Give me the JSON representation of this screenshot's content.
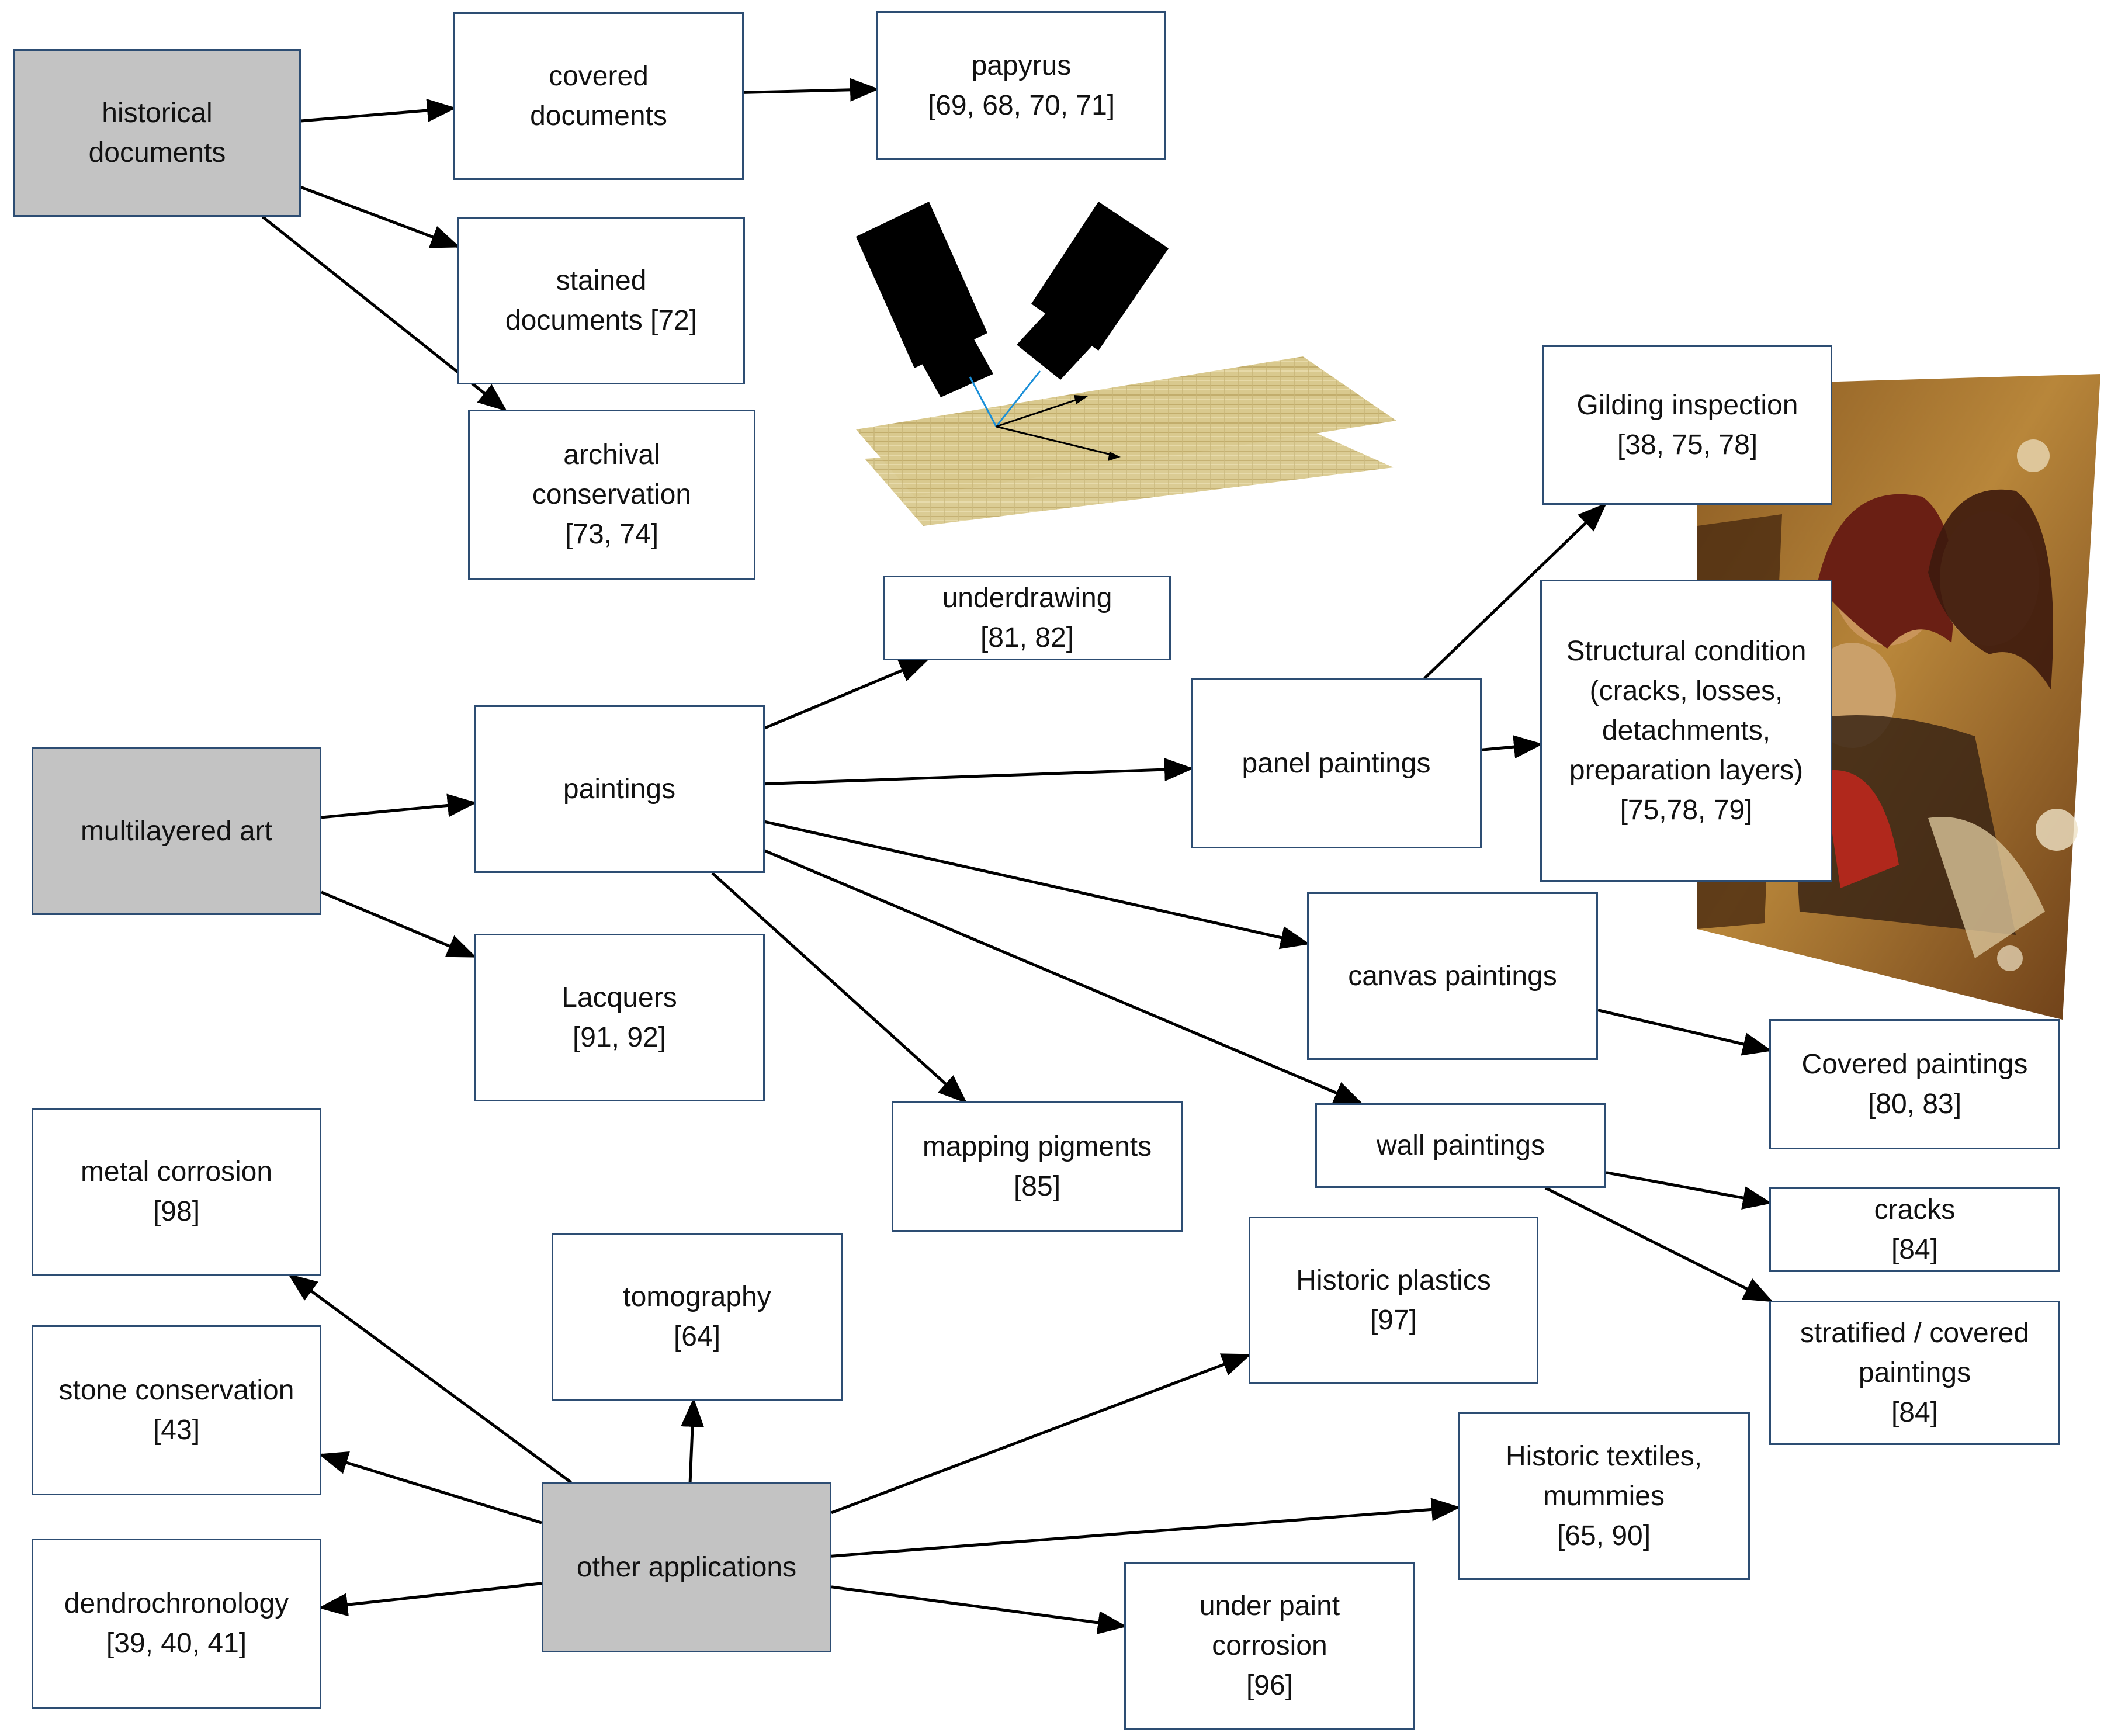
{
  "colors": {
    "root_fill": "#c3c3c3",
    "box_border": "#2d4d73",
    "arrow": "#000000",
    "beam": "#1a8fd8",
    "papyrus": "#d9c98e"
  },
  "images": {
    "papyrus_scan_illustration": "papyrus-with-two-cameras",
    "panel_painting_photo": "icon-painting-photo"
  },
  "nodes": {
    "historical_documents": [
      "historical",
      "documents"
    ],
    "covered_documents": [
      "covered",
      "documents"
    ],
    "papyrus": [
      "papyrus",
      "[69, 68, 70, 71]"
    ],
    "stained_documents": [
      "stained",
      "documents  [72]"
    ],
    "archival_conservation": [
      "archival",
      "conservation",
      "[73, 74]"
    ],
    "multilayered_art": [
      "multilayered art"
    ],
    "paintings": [
      "paintings"
    ],
    "lacquers": [
      "Lacquers",
      "[91, 92]"
    ],
    "underdrawing": [
      "underdrawing",
      "[81, 82]"
    ],
    "panel_paintings": [
      "panel paintings"
    ],
    "gilding_inspection": [
      "Gilding inspection",
      "[38, 75, 78]"
    ],
    "structural_condition": [
      "Structural  condition",
      "(cracks, losses,",
      "detachments,",
      "preparation  layers)",
      "[75,78, 79]"
    ],
    "canvas_paintings": [
      "canvas paintings"
    ],
    "covered_paintings": [
      "Covered paintings",
      "[80, 83]"
    ],
    "wall_paintings": [
      "wall paintings"
    ],
    "cracks": [
      "cracks",
      "[84]"
    ],
    "stratified_covered": [
      "stratified / covered",
      "paintings",
      "[84]"
    ],
    "mapping_pigments": [
      "mapping  pigments",
      "[85]"
    ],
    "metal_corrosion": [
      "metal corrosion",
      "[98]"
    ],
    "stone_conservation": [
      "stone conservation",
      "[43]"
    ],
    "dendrochronology": [
      "dendrochronology",
      "[39, 40, 41]"
    ],
    "tomography": [
      "tomography",
      "[64]"
    ],
    "other_applications": [
      "other  applications"
    ],
    "historic_plastics": [
      "Historic plastics",
      "[97]"
    ],
    "historic_textiles": [
      "Historic textiles,",
      "mummies",
      "[65, 90]"
    ],
    "under_paint_corrosion": [
      "under  paint",
      "corrosion",
      "[96]"
    ]
  },
  "edges": [
    [
      "historical_documents",
      "covered_documents"
    ],
    [
      "historical_documents",
      "stained_documents"
    ],
    [
      "historical_documents",
      "archival_conservation"
    ],
    [
      "covered_documents",
      "papyrus"
    ],
    [
      "multilayered_art",
      "paintings"
    ],
    [
      "multilayered_art",
      "lacquers"
    ],
    [
      "paintings",
      "underdrawing"
    ],
    [
      "paintings",
      "panel_paintings"
    ],
    [
      "paintings",
      "canvas_paintings"
    ],
    [
      "paintings",
      "wall_paintings"
    ],
    [
      "paintings",
      "mapping_pigments"
    ],
    [
      "panel_paintings",
      "gilding_inspection"
    ],
    [
      "panel_paintings",
      "structural_condition"
    ],
    [
      "canvas_paintings",
      "covered_paintings"
    ],
    [
      "wall_paintings",
      "cracks"
    ],
    [
      "wall_paintings",
      "stratified_covered"
    ],
    [
      "other_applications",
      "metal_corrosion"
    ],
    [
      "other_applications",
      "stone_conservation"
    ],
    [
      "other_applications",
      "dendrochronology"
    ],
    [
      "other_applications",
      "tomography"
    ],
    [
      "other_applications",
      "historic_plastics"
    ],
    [
      "other_applications",
      "historic_textiles"
    ],
    [
      "other_applications",
      "under_paint_corrosion"
    ]
  ]
}
